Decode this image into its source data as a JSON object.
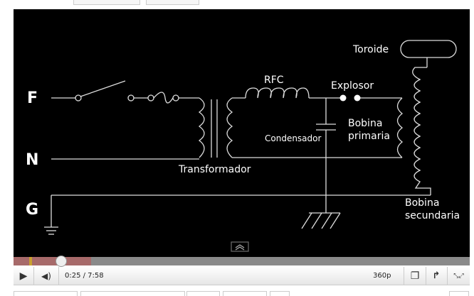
{
  "diagram": {
    "labels": {
      "F": "F",
      "N": "N",
      "G": "G",
      "transformer": "Transformador",
      "rfc": "RFC",
      "explosor": "Explosor",
      "condensador": "Condensador",
      "primary": [
        "Bobina",
        "primaria"
      ],
      "secondary": [
        "Bobina",
        "secundaria"
      ],
      "toroid": "Toroide"
    }
  },
  "player": {
    "time": "0:25 / 7:58",
    "quality": "360p",
    "progress_fraction": 0.052,
    "loaded_fraction": 0.17,
    "colors": {
      "played": "#c9a030",
      "loaded": "#a76a6a"
    }
  }
}
